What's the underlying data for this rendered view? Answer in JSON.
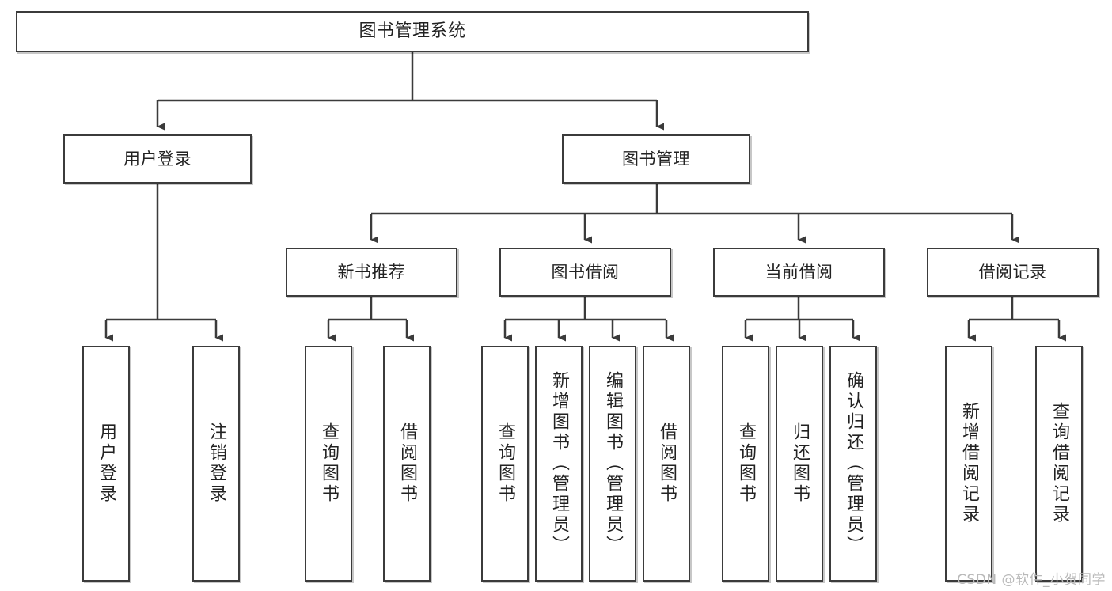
{
  "diagram": {
    "title": "图书管理系统",
    "type": "tree",
    "watermark": "CSDN @软件_小贺同学",
    "colors": {
      "border": "#3b3b3b",
      "text": "#222222",
      "background": "#ffffff",
      "watermark": "#b9b9b9"
    },
    "nodes": {
      "root": {
        "label": "图书管理系统"
      },
      "level2": [
        {
          "id": "user-login",
          "label": "用户登录"
        },
        {
          "id": "book-management",
          "label": "图书管理"
        }
      ],
      "level3": [
        {
          "id": "new-book-recommend",
          "label": "新书推荐"
        },
        {
          "id": "book-borrow",
          "label": "图书借阅"
        },
        {
          "id": "current-borrow",
          "label": "当前借阅"
        },
        {
          "id": "borrow-record",
          "label": "借阅记录"
        }
      ],
      "leaves": {
        "user-login": [
          {
            "id": "leaf-user-login",
            "label": "用户登录"
          },
          {
            "id": "leaf-logout",
            "label": "注销登录"
          }
        ],
        "new-book-recommend": [
          {
            "id": "leaf-query-book-1",
            "label": "查询图书"
          },
          {
            "id": "leaf-borrow-book-1",
            "label": "借阅图书"
          }
        ],
        "book-borrow": [
          {
            "id": "leaf-query-book-2",
            "label": "查询图书"
          },
          {
            "id": "leaf-add-book",
            "label": "新增图书（管理员）"
          },
          {
            "id": "leaf-edit-book",
            "label": "编辑图书（管理员）"
          },
          {
            "id": "leaf-borrow-book-2",
            "label": "借阅图书"
          }
        ],
        "current-borrow": [
          {
            "id": "leaf-query-book-3",
            "label": "查询图书"
          },
          {
            "id": "leaf-return-book",
            "label": "归还图书"
          },
          {
            "id": "leaf-confirm-return",
            "label": "确认归还（管理员）"
          }
        ],
        "borrow-record": [
          {
            "id": "leaf-add-record",
            "label": "新增借阅记录"
          },
          {
            "id": "leaf-query-record",
            "label": "查询借阅记录"
          }
        ]
      }
    }
  }
}
